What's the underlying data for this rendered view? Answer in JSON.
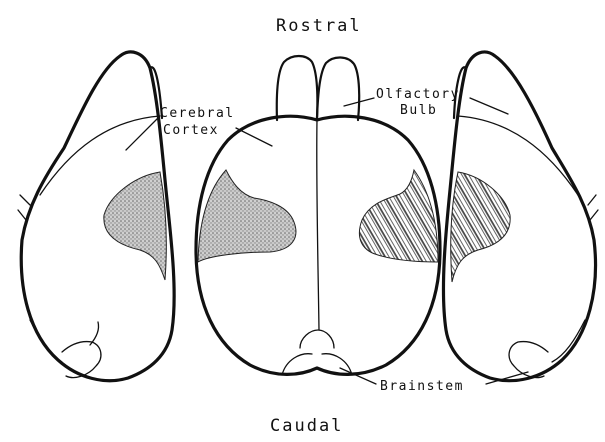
{
  "labels": {
    "rostral": "Rostral",
    "caudal": "Caudal",
    "cerebral_line1": "Cerebral",
    "cerebral_line2": "Cortex",
    "olfactory_line1": "Olfactory",
    "olfactory_line2": "Bulb",
    "brainstem": "Brainstem"
  },
  "colors": {
    "ink": "#111111",
    "background": "#ffffff",
    "shading": "#9a9a9a"
  }
}
